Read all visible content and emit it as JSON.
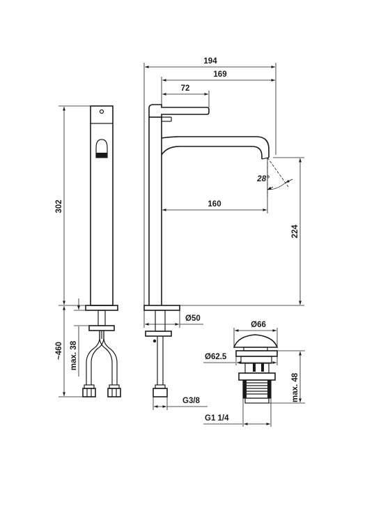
{
  "dimensions": {
    "width_total": "194",
    "width_spout": "169",
    "width_lever": "72",
    "height_total": "302",
    "spout_reach": "160",
    "spout_height": "224",
    "spout_angle": "28°",
    "base_diameter": "Ø50",
    "hose_length": "~460",
    "max_deck_thickness": "max. 38",
    "hose_thread": "G3/8",
    "waste_cap_diameter": "Ø66",
    "waste_flange_diameter": "Ø62.5",
    "waste_thread": "G1 1/4",
    "waste_max_height": "max. 48"
  }
}
